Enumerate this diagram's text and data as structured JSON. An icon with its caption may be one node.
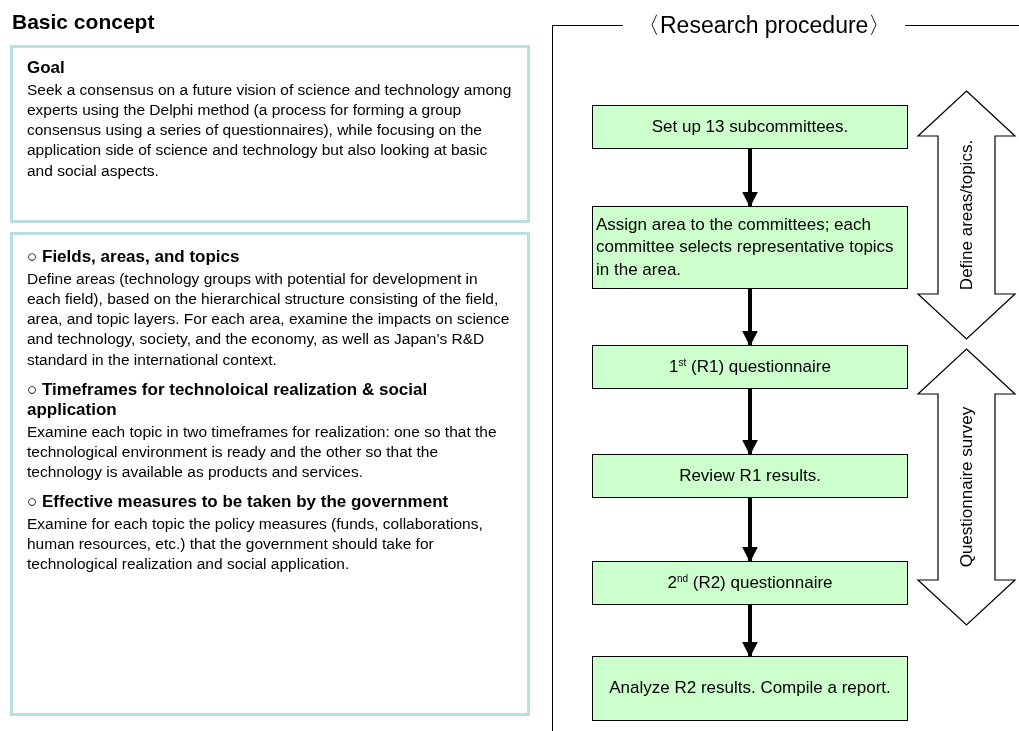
{
  "diagram": {
    "nodes": [
      {
        "text": [
          "Goal",
          "Seek a consensus on a future vision of science and technology among experts using the Delphi method (a process for forming a group consensus using a series of questionnaires), while focusing on the application side of science and technology but also looking at basic and social aspects."
        ]
      },
      {
        "text": [
          "○ Fields, areas, and topics",
          "Define areas (technology groups with potential for development in each field), based on the hierarchical structure consisting of the field, area, and topic layers. For each area, examine the impacts on science and technology, society, and the economy, as well as Japan’s R&D standard in the international context.",
          "○ Timeframes for technoloical realization & social application",
          "Examine each topic in two timeframes for realization: one so that the technological environment is ready and the other so that the technology is available as products and services.",
          "○ Effective measures to be taken by the government",
          "Examine for each topic the policy measures (funds, collaborations, human resources, etc.) that the government should take for technological realization and social application."
        ]
      },
      {
        "text": [
          "〈Research procedure〉"
        ]
      },
      {
        "text": [
          "Set up 13 subcommittees."
        ],
        "in": 2
      },
      {
        "text": [
          "Assign area to the committees; each committee selects representative topics in the area."
        ],
        "in": 2
      },
      {
        "text": [
          "1$^{st}$ (R1) questionnaire"
        ],
        "in": 2
      },
      {
        "text": [
          "Review R1 results."
        ],
        "in": 2
      },
      {
        "text": [
          "2$^{nd}$ (R2) questionnaire"
        ],
        "in": 2
      },
      {
        "text": [
          "Analyze R2 results. Compile a report."
        ],
        "in": 2
      },
      {
        "text": [
          "Define areas/topics."
        ],
        "in": 2
      },
      {
        "text": [
          "Questionnaire survey"
        ],
        "in": 2
      }
    ],
    "edges": [
      {
        "from": 3,
        "to": 4,
        "arrow": "to"
      },
      {
        "from": 4,
        "to": 5,
        "arrow": "to"
      },
      {
        "from": 5,
        "to": 6,
        "arrow": "to"
      },
      {
        "from": 6,
        "to": 7,
        "arrow": "to"
      },
      {
        "from": 7,
        "to": 8,
        "arrow": "to"
      }
    ],
    "labels": [
      "Basic concept"
    ]
  }
}
